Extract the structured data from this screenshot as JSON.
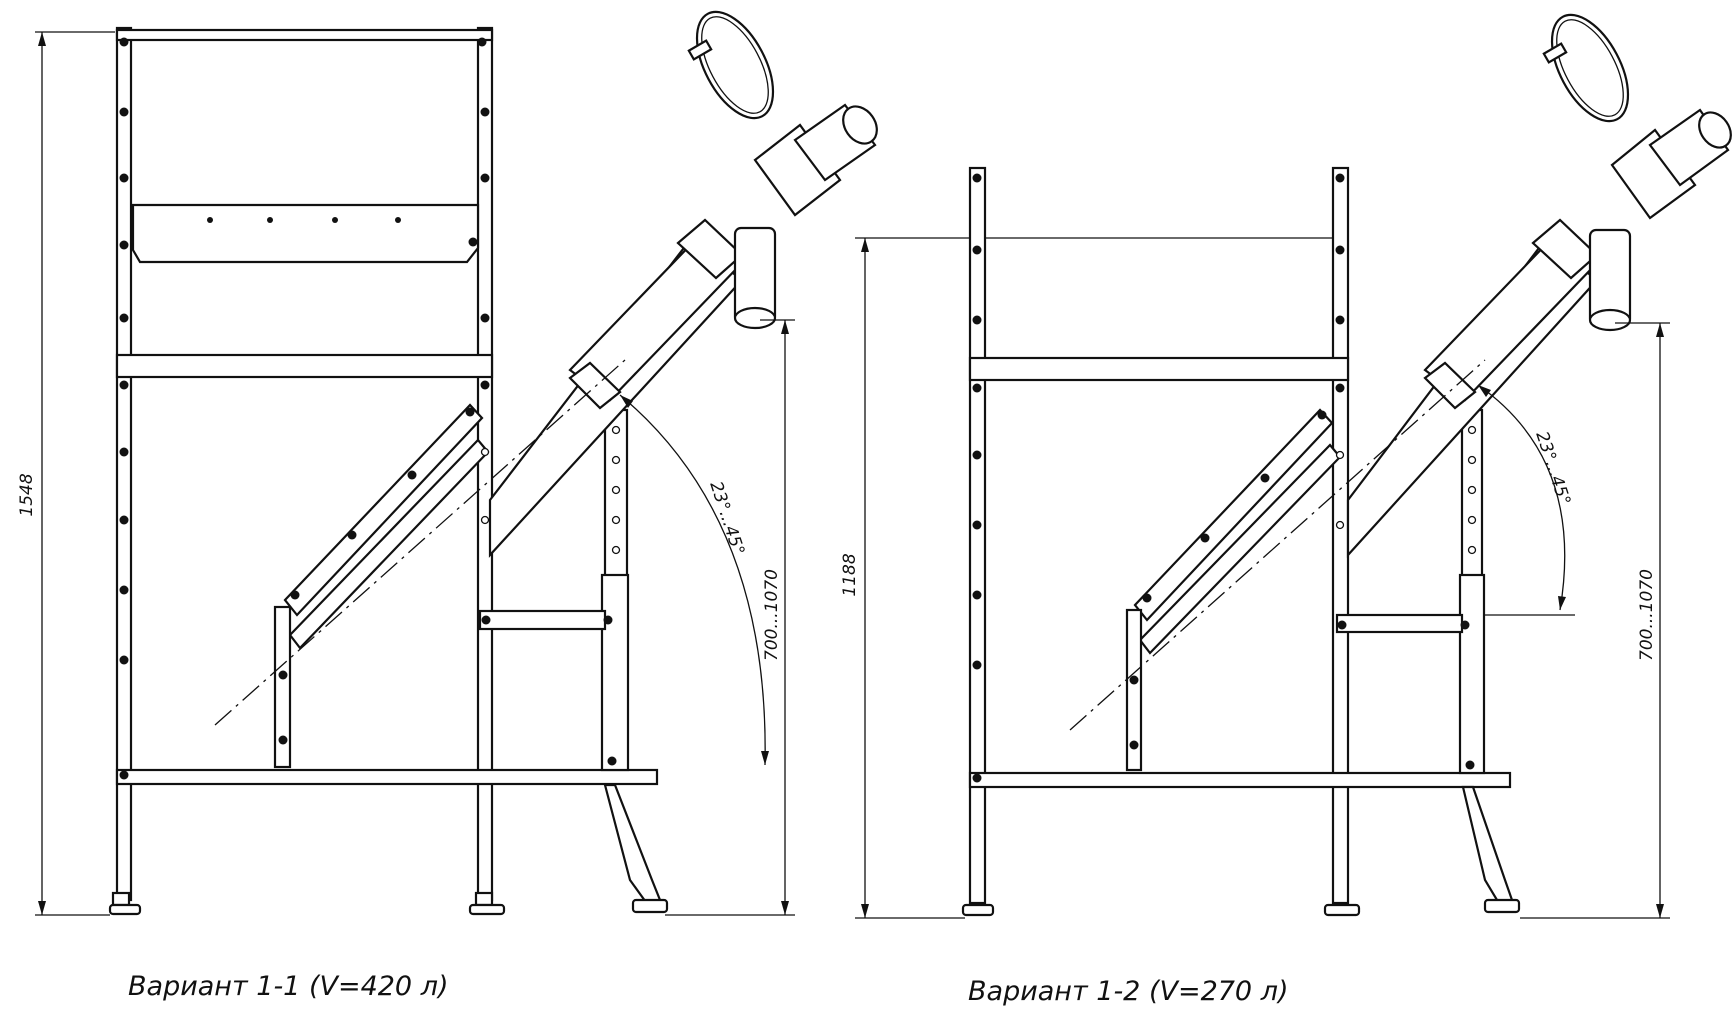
{
  "variant_1": {
    "caption": "Вариант 1-1 (V=420 л)",
    "height_dim": "1548",
    "outlet_dim": "700...1070",
    "angle_dim": "23°...45°"
  },
  "variant_2": {
    "caption": "Вариант 1-2 (V=270 л)",
    "height_dim": "1188",
    "outlet_dim": "700...1070",
    "angle_dim": "23°...45°"
  }
}
